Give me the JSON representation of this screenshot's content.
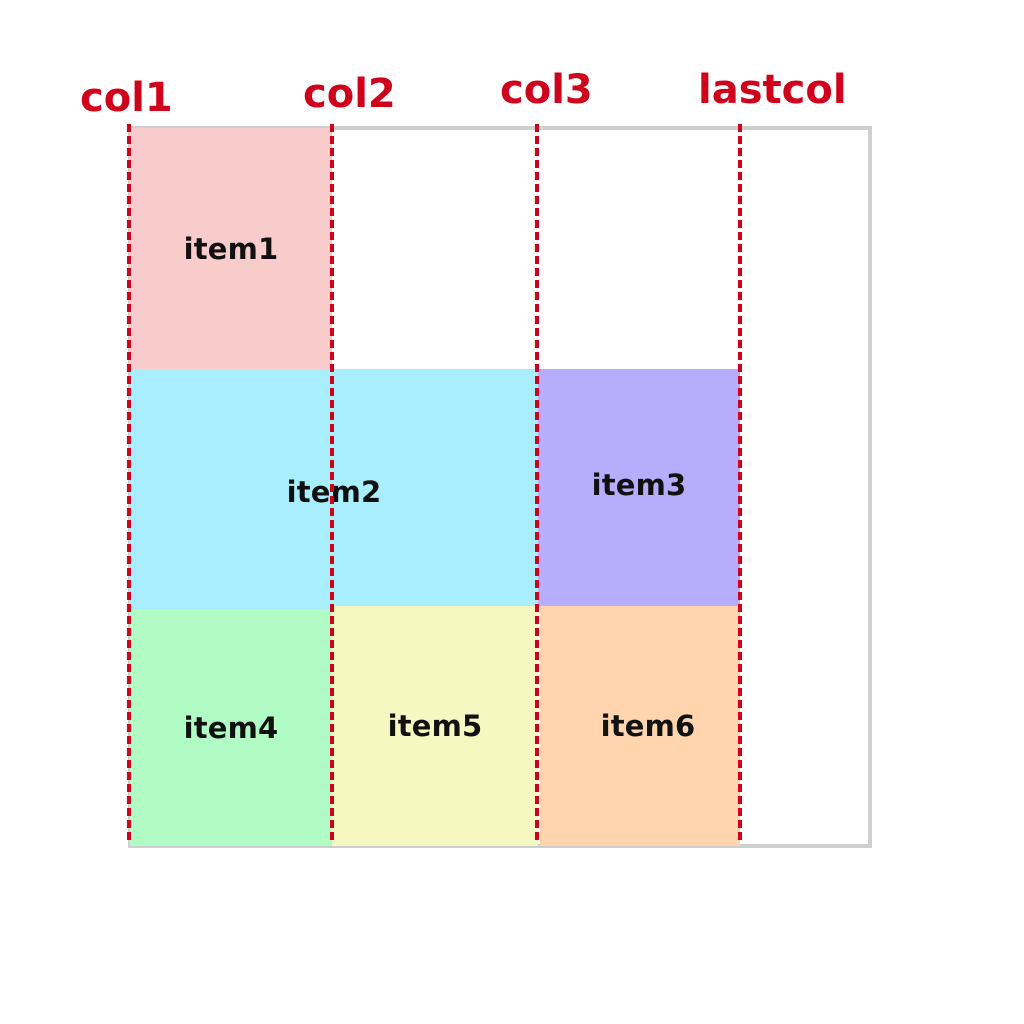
{
  "column_lines": [
    {
      "label": "col1",
      "color": "#d0021b"
    },
    {
      "label": "col2",
      "color": "#d0021b"
    },
    {
      "label": "col3",
      "color": "#d0021b"
    },
    {
      "label": "lastcol",
      "color": "#d0021b"
    }
  ],
  "items": [
    {
      "label": "item1",
      "color": "#f9cccc"
    },
    {
      "label": "item2",
      "color": "#a8eefc"
    },
    {
      "label": "item3",
      "color": "#b8acfd"
    },
    {
      "label": "item4",
      "color": "#b1fcc4"
    },
    {
      "label": "item5",
      "color": "#f5f8c1"
    },
    {
      "label": "item6",
      "color": "#fed5ae"
    }
  ],
  "container": {
    "border_color": "#cfcfcf"
  }
}
